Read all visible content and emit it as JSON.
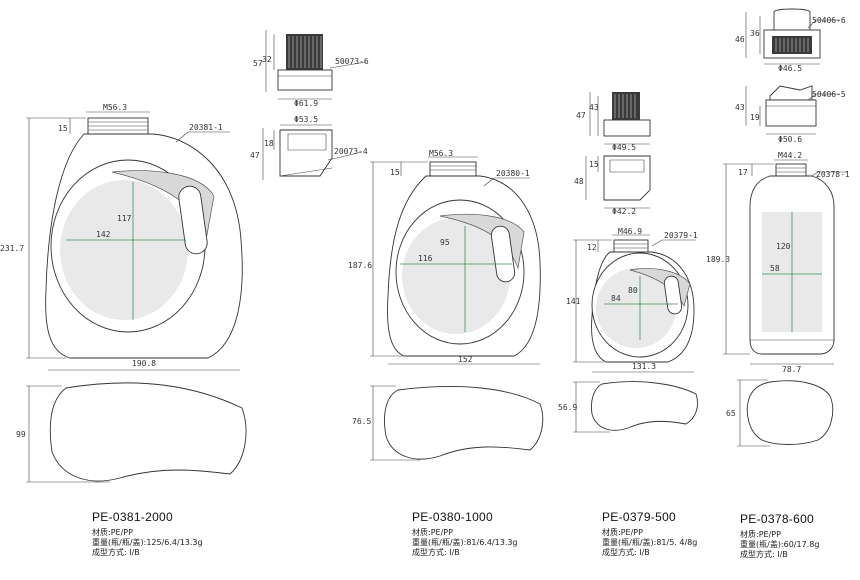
{
  "products": [
    {
      "model": "PE-0381-2000",
      "material": "材质:PE/PP",
      "weight": "重量(瓶/瓶/盖):125/6.4/13.3g",
      "molding": "成型方式: I/B",
      "dims": {
        "height": "231.7",
        "width": "190.8",
        "depth": "99",
        "neck_height": "15",
        "thread": "M56.3",
        "bottle_code": "20381-1",
        "label_w": "142",
        "label_h": "117"
      },
      "caps": [
        {
          "code": "50073-6",
          "height": "57",
          "inner_height": "32",
          "diameter": "Φ61.9"
        },
        {
          "code": "20073-4",
          "height": "47",
          "inner_height": "18",
          "diameter": "Φ53.5"
        }
      ]
    },
    {
      "model": "PE-0380-1000",
      "material": "材质:PE/PP",
      "weight": "重量(瓶/瓶/盖):81/6.4/13.3g",
      "molding": "成型方式: I/B",
      "dims": {
        "height": "187.6",
        "width": "152",
        "depth": "76.5",
        "neck_height": "15",
        "thread": "M56.3",
        "bottle_code": "20380-1",
        "label_w": "116",
        "label_h": "95"
      }
    },
    {
      "model": "PE-0379-500",
      "material": "材质:PE/PP",
      "weight": "重量(瓶/瓶/盖):81/5. 4/8g",
      "molding": "成型方式: I/B",
      "dims": {
        "height": "141",
        "width": "131.3",
        "depth": "56.9",
        "neck_height": "12",
        "thread": "M46.9",
        "bottle_code": "20379-1",
        "label_w": "84",
        "label_h": "80"
      },
      "caps": [
        {
          "height": "47",
          "inner_height": "43",
          "diameter": "Φ49.5"
        },
        {
          "height": "48",
          "inner_height": "15",
          "diameter": "Φ42.2"
        }
      ]
    },
    {
      "model": "PE-0378-600",
      "material": "材质:PE/PP",
      "weight": "重量(瓶/盖):60/17.8g",
      "molding": "成型方式: I/B",
      "dims": {
        "height": "189.3",
        "width": "78.7",
        "depth": "65",
        "neck_height": "17",
        "thread": "M44.2",
        "bottle_code": "20378-1",
        "label_w": "58",
        "label_h": "120"
      },
      "caps": [
        {
          "code": "50406-6",
          "height": "46",
          "inner_height": "36",
          "diameter": "Φ46.5"
        },
        {
          "code": "50406-5",
          "height": "43",
          "inner_height": "19",
          "diameter": "Φ50.6"
        }
      ]
    }
  ]
}
